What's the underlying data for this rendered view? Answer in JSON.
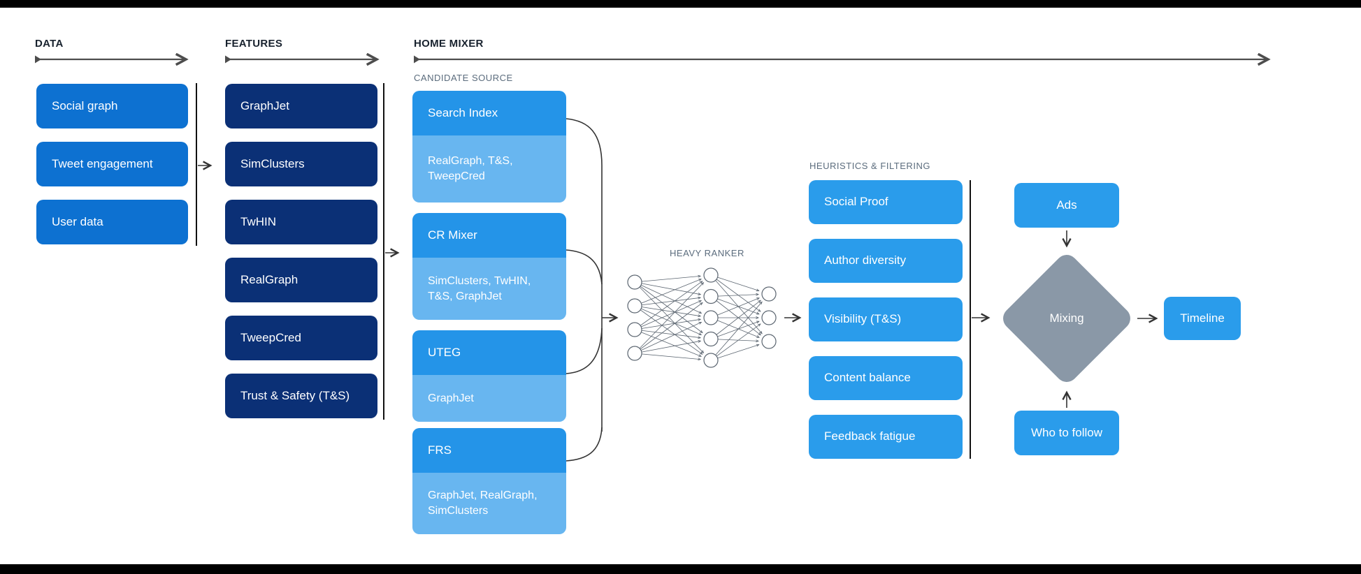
{
  "colors": {
    "bar": "#000000",
    "data_box": "#0d71d1",
    "features_box": "#0b3076",
    "candidate_header": "#2494e8",
    "candidate_sub": "#68b6f0",
    "heuristic_box": "#2a9ceb",
    "action_box": "#2a9ceb",
    "diamond": "#8a98a7",
    "line": "#4d4d4d"
  },
  "sections": {
    "data": {
      "label": "DATA",
      "items": [
        "Social graph",
        "Tweet engagement",
        "User data"
      ]
    },
    "features": {
      "label": "FEATURES",
      "items": [
        "GraphJet",
        "SimClusters",
        "TwHIN",
        "RealGraph",
        "TweepCred",
        "Trust & Safety (T&S)"
      ]
    },
    "home_mixer": {
      "label": "HOME MIXER",
      "candidate_source": {
        "label": "CANDIDATE SOURCE",
        "items": [
          {
            "name": "Search Index",
            "uses": "RealGraph, T&S, TweepCred"
          },
          {
            "name": "CR Mixer",
            "uses": "SimClusters, TwHIN, T&S, GraphJet"
          },
          {
            "name": "UTEG",
            "uses": "GraphJet"
          },
          {
            "name": "FRS",
            "uses": "GraphJet, RealGraph, SimClusters"
          }
        ]
      },
      "heavy_ranker": {
        "label": "HEAVY RANKER",
        "layers": [
          4,
          5,
          3
        ]
      },
      "heuristics": {
        "label": "HEURISTICS & FILTERING",
        "items": [
          "Social Proof",
          "Author diversity",
          "Visibility (T&S)",
          "Content balance",
          "Feedback fatigue"
        ]
      },
      "mixing": {
        "ads": "Ads",
        "who_to_follow": "Who to follow",
        "diamond": "Mixing",
        "timeline": "Timeline"
      }
    }
  }
}
